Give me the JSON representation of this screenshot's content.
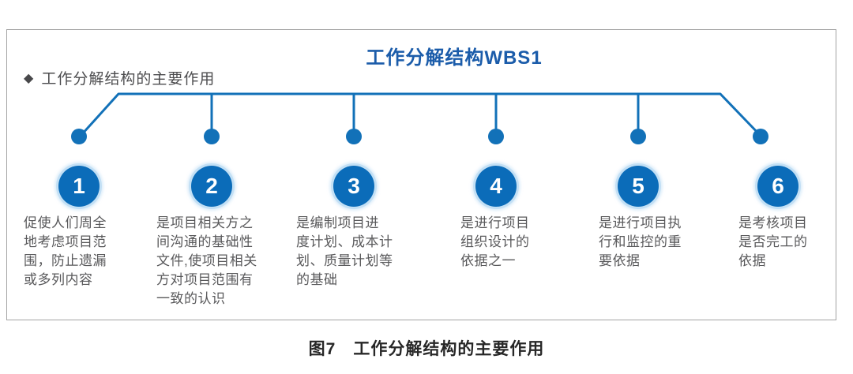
{
  "figure": {
    "title": "工作分解结构WBS1",
    "subtitle_bullet": "◆",
    "subtitle": "工作分解结构的主要作用",
    "caption": "图7　工作分解结构的主要作用"
  },
  "colors": {
    "line_blue": "#1271b8",
    "circle_blue": "#0b6cb9",
    "circle_halo": "#c3e0f5",
    "title_blue": "#1b5caa",
    "body_text": "#59595b",
    "frame_border": "#a3a3a3"
  },
  "items": [
    {
      "number": "1",
      "text": "促使人们周全\n地考虑项目范\n围，防止遗漏\n或多列内容"
    },
    {
      "number": "2",
      "text": "是项目相关方之\n间沟通的基础性\n文件,使项目相关\n方对项目范围有\n一致的认识"
    },
    {
      "number": "3",
      "text": "是编制项目进\n度计划、成本计\n划、质量计划等\n的基础"
    },
    {
      "number": "4",
      "text": "是进行项目\n组织设计的\n依据之一"
    },
    {
      "number": "5",
      "text": "是进行项目执\n行和监控的重\n要依据"
    },
    {
      "number": "6",
      "text": "是考核项目\n是否完工的\n依据"
    }
  ]
}
